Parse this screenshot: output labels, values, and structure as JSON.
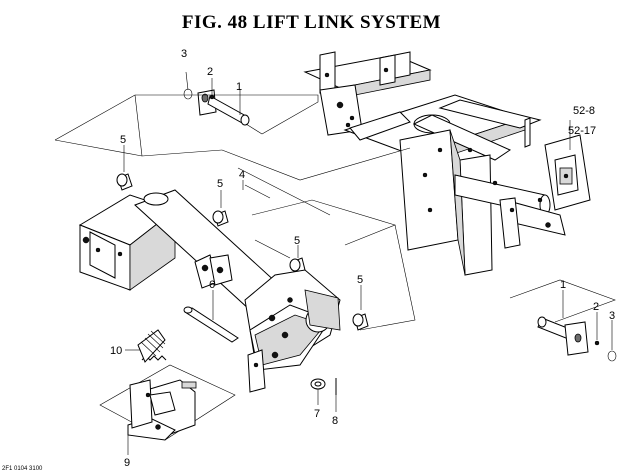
{
  "figure": {
    "title": "FIG. 48  LIFT LINK SYSTEM",
    "footer_code": "2F1 0104 3100"
  },
  "callouts": [
    {
      "id": "c3a",
      "label": "3"
    },
    {
      "id": "c2a",
      "label": "2"
    },
    {
      "id": "c1a",
      "label": "1"
    },
    {
      "id": "c5a",
      "label": "5"
    },
    {
      "id": "c4",
      "label": "4"
    },
    {
      "id": "c5b",
      "label": "5"
    },
    {
      "id": "c5c",
      "label": "5"
    },
    {
      "id": "c5d",
      "label": "5"
    },
    {
      "id": "c6",
      "label": "6"
    },
    {
      "id": "c10",
      "label": "10"
    },
    {
      "id": "c9",
      "label": "9"
    },
    {
      "id": "c7",
      "label": "7"
    },
    {
      "id": "c8",
      "label": "8"
    },
    {
      "id": "c52_8",
      "label": "52-8"
    },
    {
      "id": "c52_17",
      "label": "52-17"
    },
    {
      "id": "c1b",
      "label": "1"
    },
    {
      "id": "c2b",
      "label": "2"
    },
    {
      "id": "c3b",
      "label": "3"
    }
  ]
}
